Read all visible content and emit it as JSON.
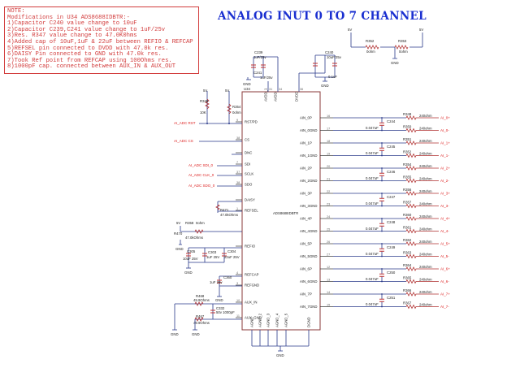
{
  "notes": {
    "lines": [
      "NOTE:",
      "Modifications in U34 ADS8688IDBTR:-",
      "1)Capacitor C240 value change to 10uF",
      "2)Capacitor C239,C241 value change to 1uF/25v",
      "3)Res. R347 value change to 47.0K0hms",
      "4)Added cap of 10uF,1uF & 22uF between REFIO & REFCAP",
      "5)REFSEL pin connected to DVDD with 47.0k res.",
      "6)DAISY Pin connected to GND with 47.0k res.",
      "7)Took Ref point from REFCAP using 100Ohms res.",
      "8)1000pF cap. connected between AUX_IN & AUX_OUT"
    ]
  },
  "title": "ANALOG INUT 0 TO 7 CHANNEL",
  "chip": {
    "ref": "U34",
    "part": "ADS8688IDBTR",
    "left_pins": [
      {
        "num": "9",
        "name": "RST/PD"
      },
      {
        "num": "38",
        "name": "CS"
      },
      {
        "num": "",
        "name": "DNC"
      },
      {
        "num": "7",
        "name": "SDI"
      },
      {
        "num": "37",
        "name": "SCLK"
      },
      {
        "num": "38",
        "name": "SDO"
      },
      {
        "num": "",
        "name": "DAISY"
      },
      {
        "num": "1",
        "name": "REFSEL"
      },
      {
        "num": "",
        "name": "REFIO"
      },
      {
        "num": "4",
        "name": "REFCAP"
      },
      {
        "num": "3",
        "name": "REFGND"
      },
      {
        "num": "10",
        "name": "AUX_IN"
      },
      {
        "num": "11",
        "name": "AUX_GND"
      }
    ],
    "right_pins": [
      {
        "num": "16",
        "name": "AIN_0P"
      },
      {
        "num": "17",
        "name": "AIN_0GND"
      },
      {
        "num": "18",
        "name": "AIN_1P"
      },
      {
        "num": "19",
        "name": "AIN_1GND"
      },
      {
        "num": "20",
        "name": "AIN_2P"
      },
      {
        "num": "21",
        "name": "AIN_2GND"
      },
      {
        "num": "22",
        "name": "AIN_3P"
      },
      {
        "num": "23",
        "name": "AIN_3GND"
      },
      {
        "num": "24",
        "name": "AIN_4P"
      },
      {
        "num": "25",
        "name": "AIN_4GND"
      },
      {
        "num": "26",
        "name": "AIN_5P"
      },
      {
        "num": "27",
        "name": "AIN_5GND"
      },
      {
        "num": "12",
        "name": "AIN_6P"
      },
      {
        "num": "13",
        "name": "AIN_6GND"
      },
      {
        "num": "14",
        "name": "AIN_7P"
      },
      {
        "num": "15",
        "name": "AIN_7GND"
      }
    ],
    "top_pins": [
      {
        "num": "31",
        "name": "AVDD_1"
      },
      {
        "num": "34",
        "name": "AVDD"
      },
      {
        "num": "36",
        "name": "DVDD"
      }
    ],
    "bottom_pins": [
      {
        "num": "",
        "name": "AGND"
      },
      {
        "num": "",
        "name": "AGND_2"
      },
      {
        "num": "",
        "name": "AGND_3"
      },
      {
        "num": "",
        "name": "AGND_4"
      },
      {
        "num": "",
        "name": "AGND_5"
      },
      {
        "num": "",
        "name": "DGND"
      }
    ]
  },
  "nets": {
    "rst": "AI_ADC RST",
    "cs": "AI_ADC CS",
    "sdi": "AI_ADC SDI_0",
    "sclk": "AI_ADC CLK_0",
    "sdo": "AI_ADC SDO_0"
  },
  "top_parts": {
    "c239_ref": "C239",
    "c239_val": "1uF/25v",
    "c241_ref": "C241",
    "c241_val": "1uF/25v",
    "c240_ref": "C240",
    "c240_val": "10uF/25v",
    "c_dvdd_val": "0.1uF",
    "r352_ref": "R352",
    "r352_val": "0ohm",
    "r353_ref": "R353",
    "r353_val": "0ohm",
    "gnd": "GND",
    "supply": "5V"
  },
  "left_parts": {
    "r349_ref": "R349",
    "r349_val": "10K",
    "r354_ref": "R354",
    "r354_val": "0ohm",
    "r471_ref": "R471",
    "r471_val": "47.0kOhms",
    "r358_ref": "R358",
    "r358_val": "0ohm",
    "r470_ref": "R470",
    "r470_val": "47.0kOhms",
    "c305_ref": "C305",
    "c305_val": "10uF 25V",
    "c303_ref": "C303",
    "c303_val": "1uF 25V",
    "c304_ref": "C304",
    "c304_val": "22uF 25V",
    "c360_ref": "C360",
    "c360_val": "1uF 25v",
    "r468_ref": "R468",
    "r468_val": "49.9Ohms",
    "c332_ref": "C332",
    "c332_val": "50v 1000pF",
    "r467_ref": "R467",
    "r467_val": "49.9Ohms"
  },
  "channels": [
    {
      "r_top": "R348",
      "r_bot": "R350",
      "cap": "C244",
      "cap_val": "0.047uF",
      "rval": "240ohm",
      "out_p": "AI_0+",
      "out_n": "AI_0-"
    },
    {
      "r_top": "R351",
      "r_bot": "R352",
      "cap": "C245",
      "cap_val": "0.047uF",
      "rval": "240ohm",
      "out_p": "AI_1+",
      "out_n": "AI_1-"
    },
    {
      "r_top": "R354",
      "r_bot": "R355",
      "cap": "C246",
      "cap_val": "0.047uF",
      "rval": "240ohm",
      "out_p": "AI_2+",
      "out_n": "AI_2-"
    },
    {
      "r_top": "R356",
      "r_bot": "R357",
      "cap": "C247",
      "cap_val": "0.047uF",
      "rval": "240ohm",
      "out_p": "AI_3+",
      "out_n": "AI_3-"
    },
    {
      "r_top": "R360",
      "r_bot": "R361",
      "cap": "C248",
      "cap_val": "0.047uF",
      "rval": "240ohm",
      "out_p": "AI_4+",
      "out_n": "AI_4-"
    },
    {
      "r_top": "R362",
      "r_bot": "R363",
      "cap": "C249",
      "cap_val": "0.047uF",
      "rval": "240ohm",
      "out_p": "AI_5+",
      "out_n": "AI_5-"
    },
    {
      "r_top": "R364",
      "r_bot": "R365",
      "cap": "C250",
      "cap_val": "0.047uF",
      "rval": "240ohm",
      "out_p": "AI_6+",
      "out_n": "AI_6-"
    },
    {
      "r_top": "R366",
      "r_bot": "R367",
      "cap": "C251",
      "cap_val": "0.047uF",
      "rval": "240ohm",
      "out_p": "AI_7+",
      "out_n": "AI_7-"
    }
  ]
}
